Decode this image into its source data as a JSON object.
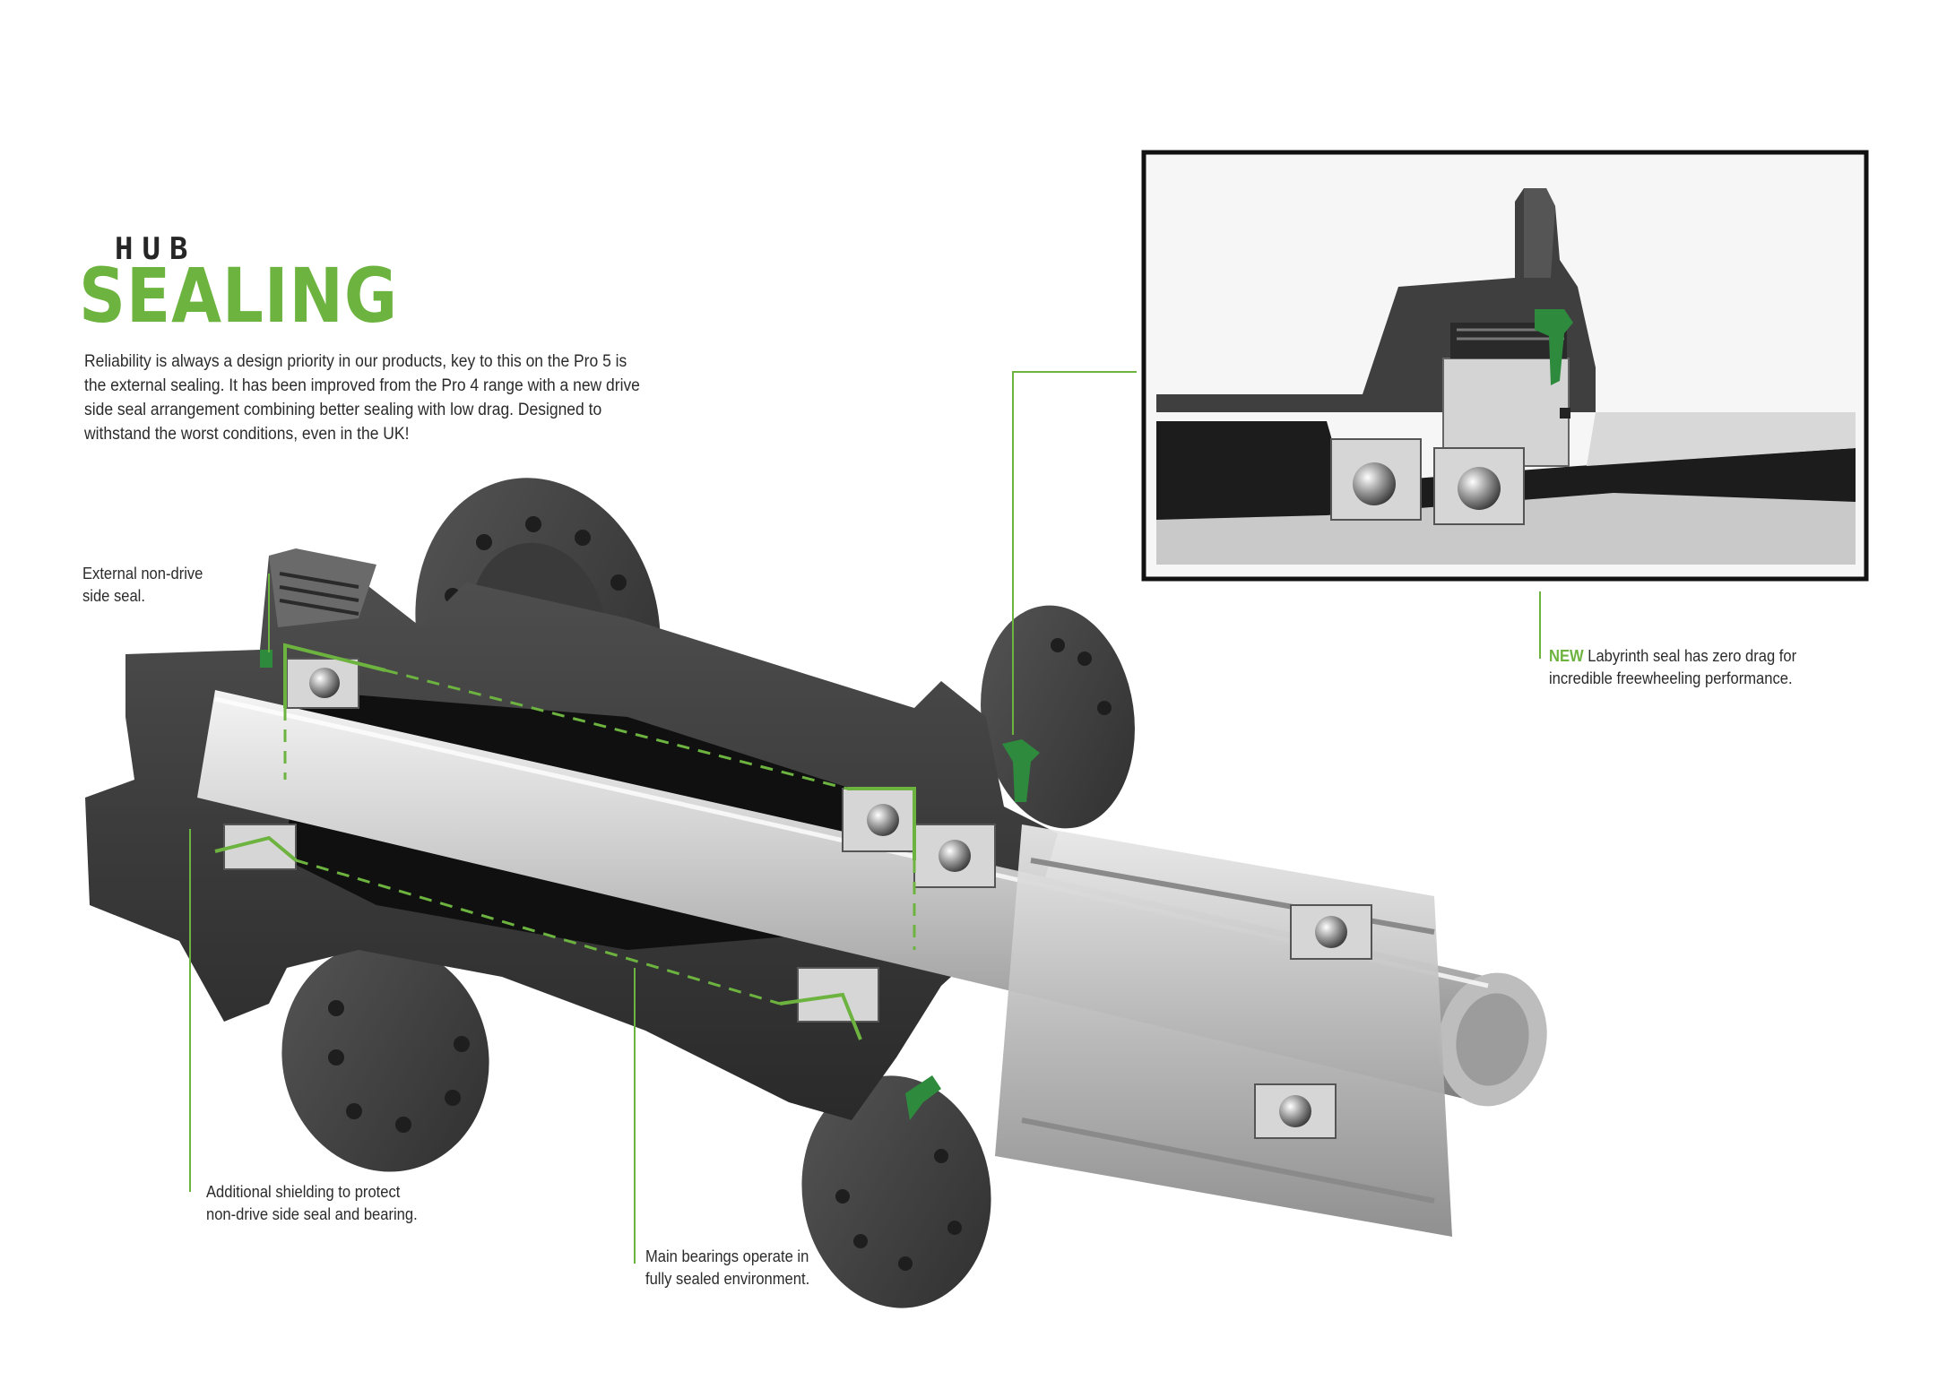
{
  "header": {
    "kicker": "HUB",
    "title": "SEALING",
    "intro_lines": [
      "Reliability is always a design priority in our products, key to this on the Pro 5 is",
      "the external sealing. It has been improved from the Pro 4 range with a new drive",
      "side seal arrangement combining better sealing with low drag. Designed to",
      "withstand the worst conditions, even in the UK!"
    ]
  },
  "callouts": {
    "non_drive_seal": [
      "External non-drive",
      "side seal."
    ],
    "shielding": [
      "Additional shielding to protect",
      "non-drive side seal and bearing."
    ],
    "main_bearings": [
      "Main bearings operate in",
      "fully sealed environment."
    ],
    "labyrinth": {
      "highlight": "NEW",
      "line1_rest": " Labyrinth seal has zero drag for",
      "line2": "incredible freewheeling performance."
    }
  },
  "colors": {
    "accent_green": "#6db33f",
    "seal_green": "#2e8b3e",
    "shell_dark": "#3a3a3a",
    "axle_silver": "#c8c8c8",
    "text": "#2b2b2b"
  }
}
